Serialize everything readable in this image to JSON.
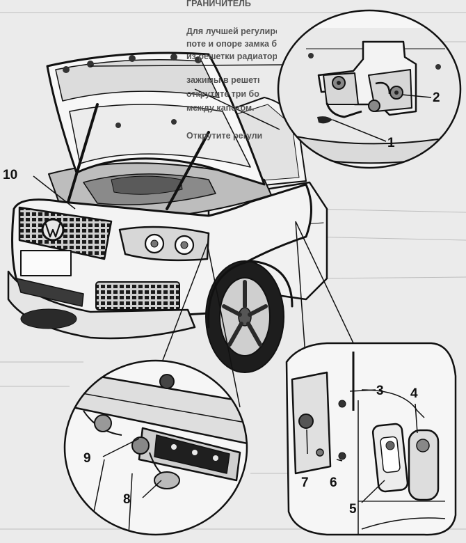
{
  "page_header": "ГРАНИЧИТЕЛЬ",
  "background_text": [
    "Для лучшей регулировки замок к",
    "поте и опоре замка были удалены",
    "из решетки радиатора.",
    "зажимы в решетке радиатора.",
    "открутите три болта. С отнесения",
    "между капотом.",
    "Открутите регулирующие болты"
  ],
  "callouts": {
    "c1": "1",
    "c2": "2",
    "c3": "3",
    "c4": "4",
    "c5": "5",
    "c6": "6",
    "c7": "7",
    "c8": "8",
    "c9": "9",
    "c10": "10"
  }
}
